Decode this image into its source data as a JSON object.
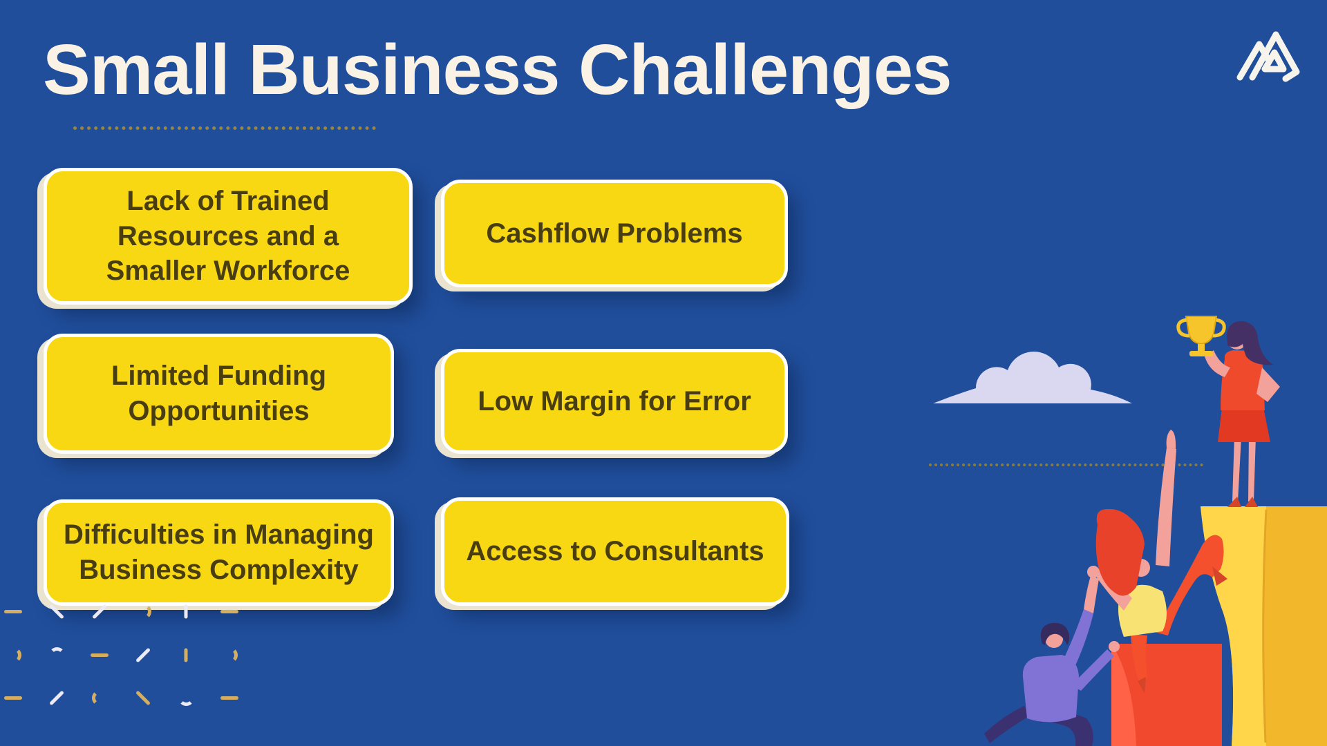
{
  "title": "Small Business Challenges",
  "boxes": [
    {
      "label": "Lack of Trained\nResources and a\nSmaller Workforce"
    },
    {
      "label": "Cashflow Problems"
    },
    {
      "label": "Limited Funding\nOpportunities"
    },
    {
      "label": "Low Margin for Error"
    },
    {
      "label": "Difficulties in Managing\nBusiness Complexity"
    },
    {
      "label": "Access to Consultants"
    }
  ],
  "colors": {
    "background": "#204E9B",
    "title_text": "#FAF3E5",
    "box_fill": "#F8D813",
    "box_border": "#FFFFFF",
    "box_text": "#493E12",
    "dotted_underline": "#9A873B",
    "cloud": "#D9D8F0",
    "cliff_yellow": "#F5BE2E",
    "block_red": "#F1492D",
    "trophy_gold": "#F6C52B",
    "decor_tan": "#D6AE5F",
    "decor_white": "#ECEAF4"
  },
  "icons": {
    "logo": "mountain-logo",
    "illustration": "teamwork-climb-to-trophy"
  },
  "decor": {
    "glyph_grid": {
      "colors": {
        "tan": "#D6AE5F",
        "white": "#ECEAF4"
      },
      "rows": [
        [
          {
            "g": "dash",
            "c": "tan"
          },
          {
            "g": "backslash",
            "c": "white"
          },
          {
            "g": "slash",
            "c": "white"
          },
          {
            "g": "arc-r",
            "c": "tan"
          },
          {
            "g": "vbar",
            "c": "white"
          },
          {
            "g": "dash",
            "c": "tan"
          }
        ],
        [
          {
            "g": "arc-r",
            "c": "tan"
          },
          {
            "g": "arc-u",
            "c": "white"
          },
          {
            "g": "dash",
            "c": "tan"
          },
          {
            "g": "slash",
            "c": "white"
          },
          {
            "g": "vbar",
            "c": "tan"
          },
          {
            "g": "arc-r",
            "c": "tan"
          }
        ],
        [
          {
            "g": "dash",
            "c": "tan"
          },
          {
            "g": "slash",
            "c": "white"
          },
          {
            "g": "arc-l",
            "c": "tan"
          },
          {
            "g": "backslash",
            "c": "tan"
          },
          {
            "g": "arc-d",
            "c": "white"
          },
          {
            "g": "dash",
            "c": "tan"
          }
        ]
      ]
    }
  }
}
